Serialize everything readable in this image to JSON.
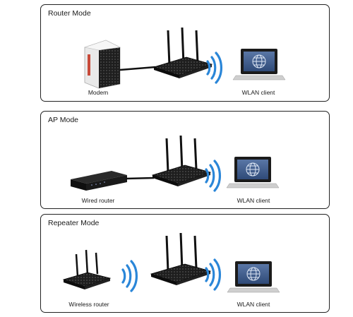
{
  "panels": {
    "router": {
      "title": "Router Mode",
      "left_caption": "Modem",
      "right_caption": "WLAN client"
    },
    "ap": {
      "title": "AP Mode",
      "left_caption": "Wired router",
      "right_caption": "WLAN client"
    },
    "repeater": {
      "title": "Repeater Mode",
      "left_caption": "Wireless router",
      "right_caption": "WLAN client"
    }
  },
  "colors": {
    "wifi": "#2a86d8",
    "device": "#1b1b1b",
    "screen": "#3f5a88",
    "cable": "#111111"
  },
  "icons": [
    "modem-icon",
    "router-icon",
    "wifi-signal-icon",
    "laptop-icon",
    "globe-icon"
  ]
}
